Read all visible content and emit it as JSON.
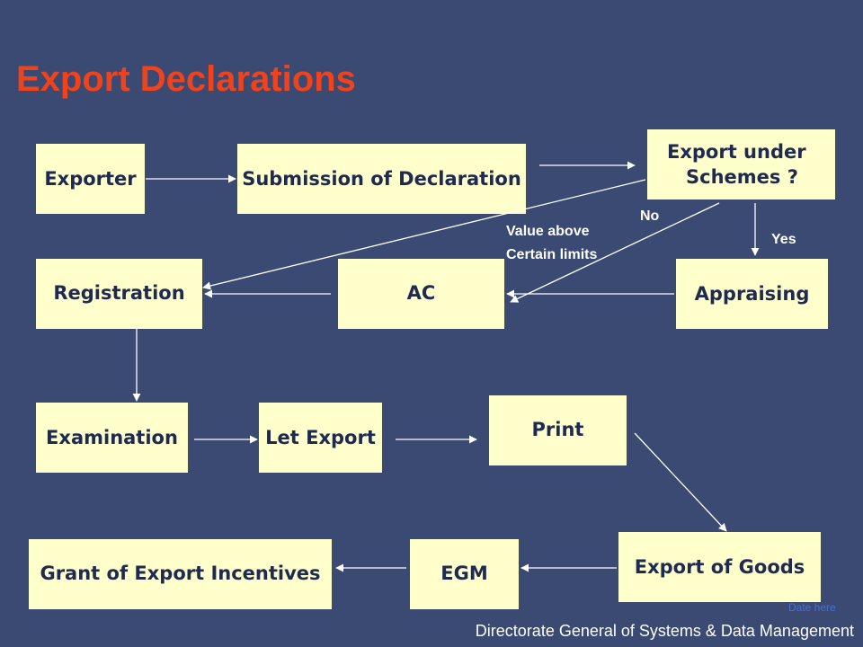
{
  "title": "Export Declarations",
  "boxes": {
    "exporter": "Exporter",
    "submission": "Submission of Declaration",
    "schemes_line1": "Export under",
    "schemes_line2": "Schemes ?",
    "registration": "Registration",
    "ac": "AC",
    "appraising": "Appraising",
    "examination": "Examination",
    "let_export": "Let Export",
    "print": "Print",
    "grant": "Grant of Export Incentives",
    "egm": "EGM",
    "export_goods": "Export of Goods"
  },
  "labels": {
    "no": "No",
    "yes": "Yes",
    "value_line1": "Value above",
    "value_line2": "Certain limits"
  },
  "footer": "Directorate General of Systems & Data Management",
  "date_placeholder": "Date here",
  "colors": {
    "background": "#3a4a72",
    "title": "#f0431c",
    "box_fill": "#ffffcc",
    "box_text": "#1e2a52",
    "arrow": "#ffffff"
  }
}
